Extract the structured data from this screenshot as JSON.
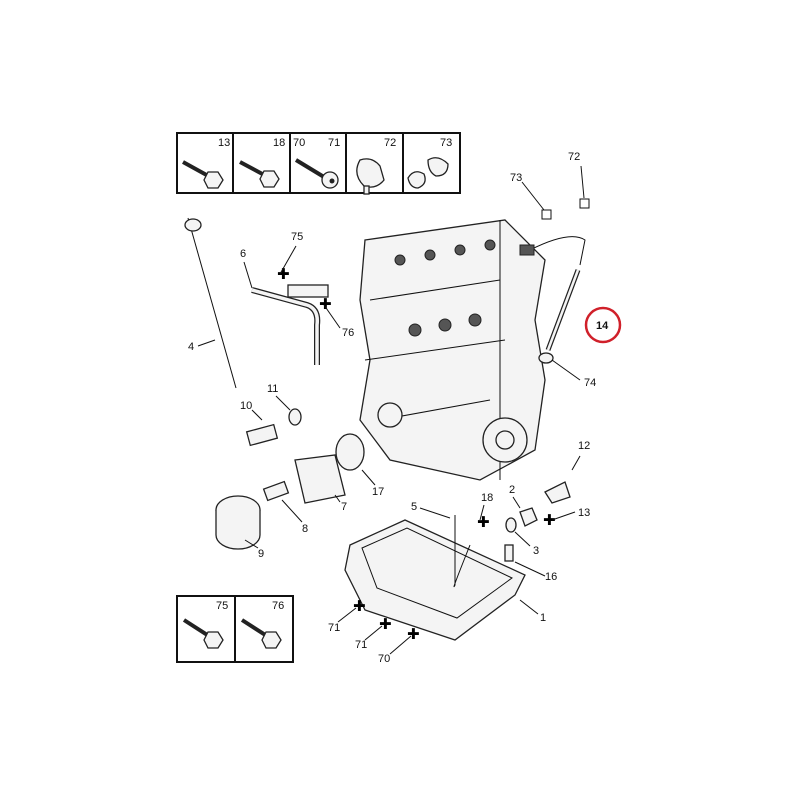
{
  "diagram": {
    "highlight_color": "#d0202a",
    "highlighted_part": "14",
    "top_legend_box": [
      {
        "labels": [
          "13"
        ],
        "icon": "hex-bolt-icon"
      },
      {
        "labels": [
          "18"
        ],
        "icon": "flange-bolt-icon"
      },
      {
        "labels": [
          "70",
          "71"
        ],
        "icon": "socket-bolt-icon"
      },
      {
        "labels": [
          "72"
        ],
        "icon": "clip-with-nipple-icon"
      },
      {
        "labels": [
          "73"
        ],
        "icon": "double-clip-icon"
      }
    ],
    "bottom_legend_box": [
      {
        "labels": [
          "75"
        ],
        "icon": "hex-bolt-icon"
      },
      {
        "labels": [
          "76"
        ],
        "icon": "flange-bolt-icon"
      }
    ],
    "callouts": [
      "73",
      "72",
      "14",
      "74",
      "75",
      "6",
      "76",
      "4",
      "11",
      "10",
      "17",
      "7",
      "8",
      "9",
      "12",
      "13",
      "5",
      "18",
      "2",
      "3",
      "16",
      "1",
      "71",
      "71",
      "70"
    ]
  }
}
